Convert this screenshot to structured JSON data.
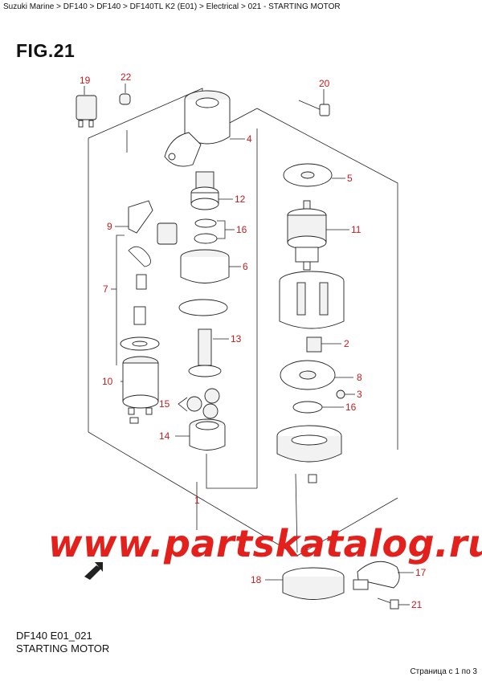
{
  "breadcrumb": {
    "items": [
      "Suzuki Marine",
      "DF140",
      "DF140",
      "DF140TL K2 (E01)",
      "Electrical",
      "021 - STARTING MOTOR"
    ],
    "separator": ">"
  },
  "figure": {
    "title": "FIG.21"
  },
  "footer": {
    "code": "DF140 E01_021",
    "name": "STARTING MOTOR"
  },
  "pager": {
    "text": "Страница с 1 по 3"
  },
  "watermark": {
    "text": "www.partskatalog.ru"
  },
  "callouts": [
    "1",
    "2",
    "3",
    "4",
    "5",
    "6",
    "7",
    "8",
    "9",
    "10",
    "11",
    "12",
    "13",
    "14",
    "15",
    "16",
    "16",
    "17",
    "18",
    "19",
    "20",
    "21",
    "22"
  ],
  "colors": {
    "callout": "#c41d1d",
    "watermark": "#e3201b"
  },
  "icons": {
    "forward_arrow": "fwd-arrow-icon"
  }
}
